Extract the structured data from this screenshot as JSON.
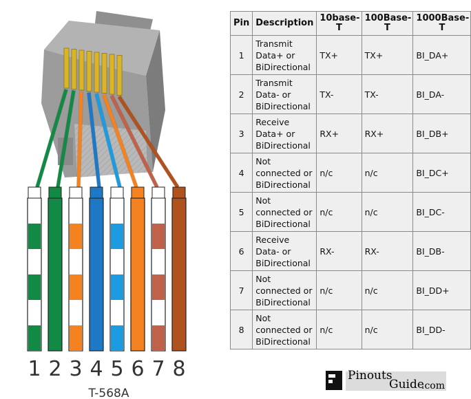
{
  "diagram": {
    "standard": "T-568A",
    "pin_numbers": [
      "1",
      "2",
      "3",
      "4",
      "5",
      "6",
      "7",
      "8"
    ],
    "wires": [
      {
        "pin": "1",
        "color": "#128a45",
        "striped": true
      },
      {
        "pin": "2",
        "color": "#128a45",
        "striped": false
      },
      {
        "pin": "3",
        "color": "#f58220",
        "striped": true
      },
      {
        "pin": "4",
        "color": "#1d79c6",
        "striped": false
      },
      {
        "pin": "5",
        "color": "#1d9be0",
        "striped": true
      },
      {
        "pin": "6",
        "color": "#f58220",
        "striped": false
      },
      {
        "pin": "7",
        "color": "#c0614a",
        "striped": true
      },
      {
        "pin": "8",
        "color": "#b0521e",
        "striped": false
      }
    ]
  },
  "table": {
    "headers": {
      "pin": "Pin",
      "description": "Description",
      "base10": "10base-T",
      "base100": "100Base-T",
      "base1000": "1000Base-T"
    },
    "rows": [
      {
        "pin": "1",
        "description": "Transmit Data+ or BiDirectional",
        "base10": "TX+",
        "base100": "TX+",
        "base1000": "BI_DA+"
      },
      {
        "pin": "2",
        "description": "Transmit Data- or BiDirectional",
        "base10": "TX-",
        "base100": "TX-",
        "base1000": "BI_DA-"
      },
      {
        "pin": "3",
        "description": "Receive Data+ or BiDirectional",
        "base10": "RX+",
        "base100": "RX+",
        "base1000": "BI_DB+"
      },
      {
        "pin": "4",
        "description": "Not connected or BiDirectional",
        "base10": "n/c",
        "base100": "n/c",
        "base1000": "BI_DC+"
      },
      {
        "pin": "5",
        "description": "Not connected or BiDirectional",
        "base10": "n/c",
        "base100": "n/c",
        "base1000": "BI_DC-"
      },
      {
        "pin": "6",
        "description": "Receive Data- or BiDirectional",
        "base10": "RX-",
        "base100": "RX-",
        "base1000": "BI_DB-"
      },
      {
        "pin": "7",
        "description": "Not connected or BiDirectional",
        "base10": "n/c",
        "base100": "n/c",
        "base1000": "BI_DD+"
      },
      {
        "pin": "8",
        "description": "Not connected or BiDirectional",
        "base10": "n/c",
        "base100": "n/c",
        "base1000": "BI_DD-"
      }
    ]
  },
  "logo": {
    "part1": "Pinouts",
    "part2": "Guide",
    "part3": ".com"
  }
}
